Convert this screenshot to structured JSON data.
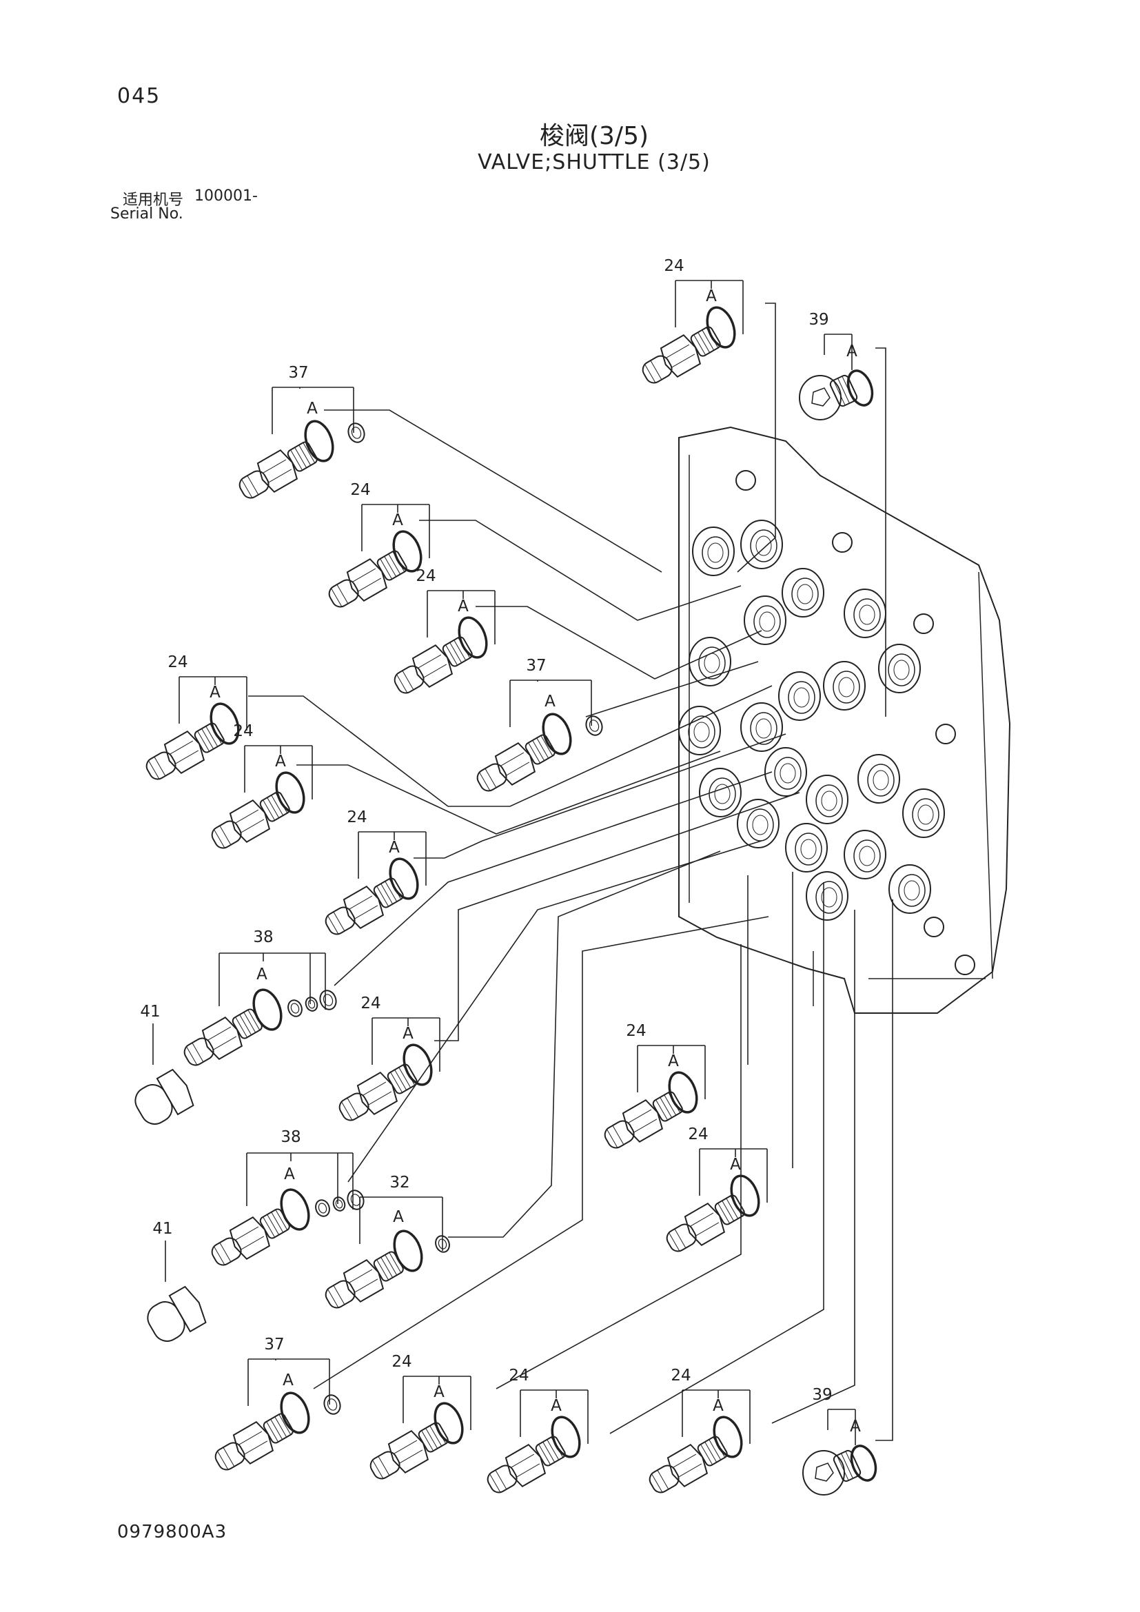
{
  "header": {
    "page_number": "045",
    "title_cn": "梭阀(3/5)",
    "title_en": "VALVE;SHUTTLE (3/5)"
  },
  "serial": {
    "label_cn": "适用机号",
    "range": "100001-",
    "label_en": "Serial No."
  },
  "footer": {
    "code": "0979800A3"
  },
  "callouts": {
    "part_numbers": [
      "24",
      "37",
      "38",
      "39",
      "41",
      "32"
    ],
    "seal_letter": "A"
  },
  "colors": {
    "line": "#222222",
    "background": "#ffffff"
  }
}
